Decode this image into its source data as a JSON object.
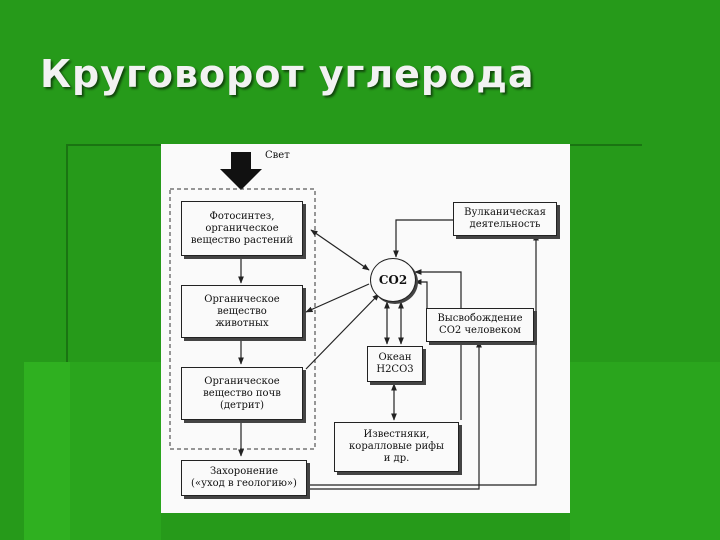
{
  "slide": {
    "title": "Круговорот углерода"
  },
  "diagram": {
    "light": "Свет",
    "co2": "CO2",
    "photosynthesis": "Фотосинтез,\nорганическое\nвещество растений",
    "animal_matter": "Органическое\nвещество\nживотных",
    "soil_matter": "Органическое\nвещество почв\n(детрит)",
    "burial": "Захоронение\n(«уход в геологию»)",
    "volcanic": "Вулканическая\nдеятельность",
    "human_release": "Высвобождение\nCO2 человеком",
    "ocean": "Океан\nH2CO3",
    "limestone": "Известняки,\nкоралловые рифы\nи др."
  },
  "colors": {
    "background": "#269a1a",
    "title_text": "#f2f2f2",
    "diagram_paper": "#fafafa",
    "ink": "#111111"
  }
}
